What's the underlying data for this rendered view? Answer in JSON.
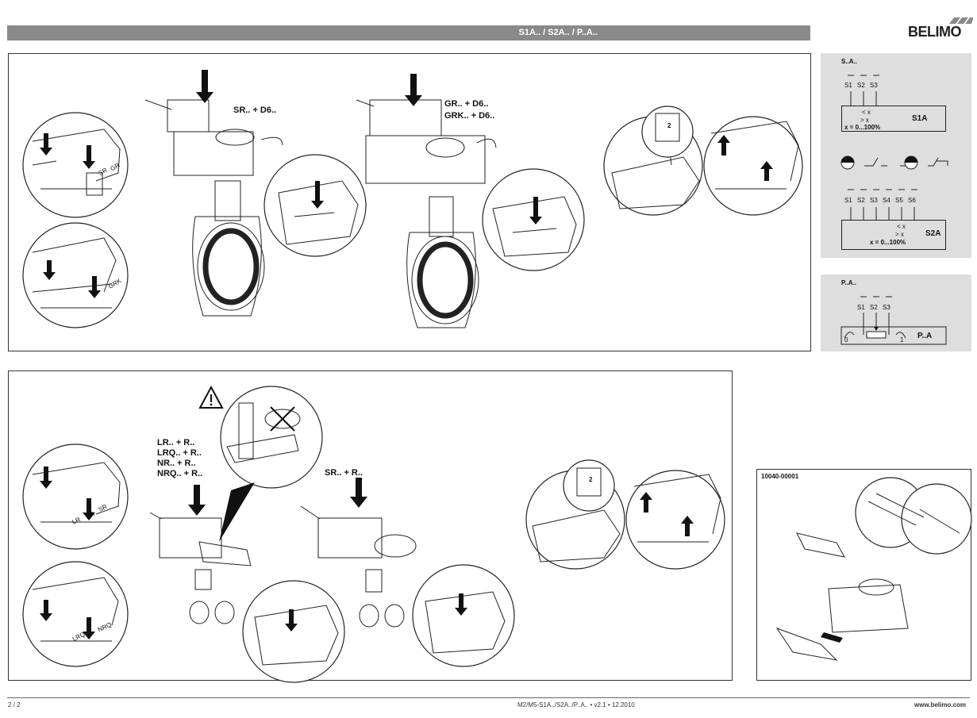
{
  "header": {
    "title": "S1A.. / S2A.. / P..A..",
    "brand": "BELIMO"
  },
  "panel_top": {
    "valve1_label": "SR.. + D6..",
    "valve2_label_1": "GR.. + D6..",
    "valve2_label_2": "GRK.. + D6..",
    "circle1_labels": [
      "SR",
      "GR"
    ],
    "circle2_labels": [
      "GRK"
    ],
    "step_number": "2"
  },
  "panel_bottom": {
    "valve1_labels": [
      "LR.. + R..",
      "LRQ.. + R..",
      "NR.. + R..",
      "NRQ.. + R.."
    ],
    "valve2_label": "SR.. + R..",
    "circle1_labels": [
      "LR",
      "NR",
      "SR"
    ],
    "circle2_labels": [
      "LRQ",
      "NRQ"
    ],
    "step_number": "2"
  },
  "side_s": {
    "title": "S..A..",
    "terminals_top": [
      "S1",
      "S2",
      "S3"
    ],
    "s1a_label": "S1A",
    "range_1": "x = 0...100%",
    "terminals_bottom": [
      "S1",
      "S2",
      "S3",
      "S4",
      "S5",
      "S6"
    ],
    "s2a_label": "S2A",
    "range_2": "x = 0...100%",
    "lt_x": "< x",
    "gt_x": "> x"
  },
  "side_p": {
    "title": "P..A..",
    "terminals": [
      "S1",
      "S2",
      "S3"
    ],
    "label": "P..A",
    "pos_0": "0",
    "pos_1": "1"
  },
  "accessory": {
    "title": "10040-00001"
  },
  "footer": {
    "page": "2 / 2",
    "doc": "M2/M5-S1A../S2A../P..A.. • v2.1 • 12.2010",
    "url": "www.belimo.com"
  },
  "colors": {
    "title_bar": "#8a8a8a",
    "side_panel": "#dedede"
  }
}
